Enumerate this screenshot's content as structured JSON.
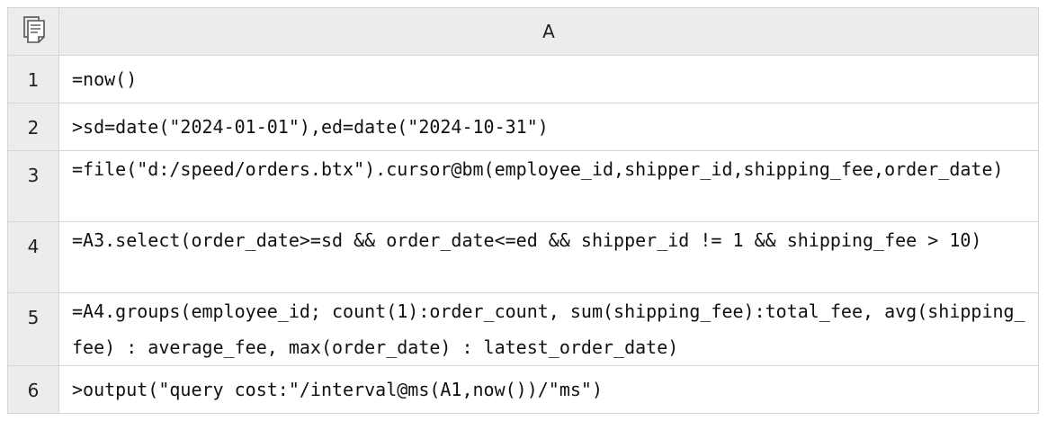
{
  "column_header": "A",
  "rows": [
    {
      "num": "1",
      "code": "=now()"
    },
    {
      "num": "2",
      "code": ">sd=date(\"2024-01-01\"),ed=date(\"2024-10-31\")"
    },
    {
      "num": "3",
      "code": "=file(\"d:/speed/orders.btx\").cursor@bm(employee_id,shipper_id,shipping_fee,order_date)"
    },
    {
      "num": "4",
      "code": "=A3.select(order_date>=sd && order_date<=ed && shipper_id != 1 && shipping_fee > 10)"
    },
    {
      "num": "5",
      "code": "=A4.groups(employee_id; count(1):order_count, sum(shipping_fee):total_fee, avg(shipping_fee) : average_fee, max(order_date) : latest_order_date)"
    },
    {
      "num": "6",
      "code": ">output(\"query cost:\"/interval@ms(A1,now())/\"ms\")"
    }
  ],
  "icons": {
    "corner": "document-icon"
  }
}
